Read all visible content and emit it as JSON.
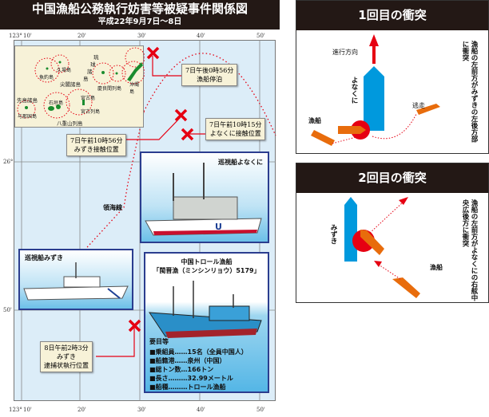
{
  "title": "中国漁船公務執行妨害等被疑事件関係図",
  "subtitle": "平成22年9月7日～8日",
  "map": {
    "lon_ticks": [
      "123°",
      "10'",
      "20'",
      "30'",
      "40'",
      "50'"
    ],
    "lat_ticks": [
      "26°",
      "50'"
    ],
    "territorial_line_label": "領海線",
    "inset": {
      "islands": [
        "魚釣島",
        "久場島",
        "尖閣諸島",
        "先島諸島",
        "与那国島",
        "石垣島",
        "宮古島",
        "宮古列島",
        "八重山列島",
        "琉",
        "球",
        "諸",
        "島",
        "慶良間列島",
        "沖縄島"
      ]
    },
    "callouts": [
      {
        "line1": "7日午後0時56分",
        "line2": "漁船停泊"
      },
      {
        "line1": "7日午前10時15分",
        "line2": "よなくに接触位置"
      },
      {
        "line1": "7日午前10時56分",
        "line2": "みずき接触位置"
      },
      {
        "line1": "8日午前2時3分",
        "line2": "みずき",
        "line3": "逮捕状執行位置"
      }
    ],
    "ships": {
      "yonakuni": "巡視船よなくに",
      "mizuki": "巡視船みずき",
      "trawler_title": "中国トロール漁船",
      "trawler_name": "「閩晋漁（ミンシンリョウ）5179」"
    },
    "specs": {
      "heading": "要目等",
      "rows": [
        "■乗組員……15名（全員中国人）",
        "■船籍港……泉州（中国）",
        "■総トン数…166トン",
        "■長さ………32.99メートル",
        "■船種………トロール漁船"
      ]
    }
  },
  "collision1": {
    "title": "1回目の衝突",
    "direction": "進行方向",
    "ship": "よなくに",
    "boat": "漁船",
    "escape": "逃走",
    "note": "漁船の左前方がみずきの左後方部に衝突"
  },
  "collision2": {
    "title": "2回目の衝突",
    "ship": "みずき",
    "boat": "漁船",
    "note": "漁船の左前方がよなくにの右舷中央広後方に衝突"
  },
  "colors": {
    "dark": "#231815",
    "red": "#e60012",
    "ship_blue": "#0099dd",
    "boat_orange": "#e86c0c",
    "sea": "#dcedf8"
  }
}
